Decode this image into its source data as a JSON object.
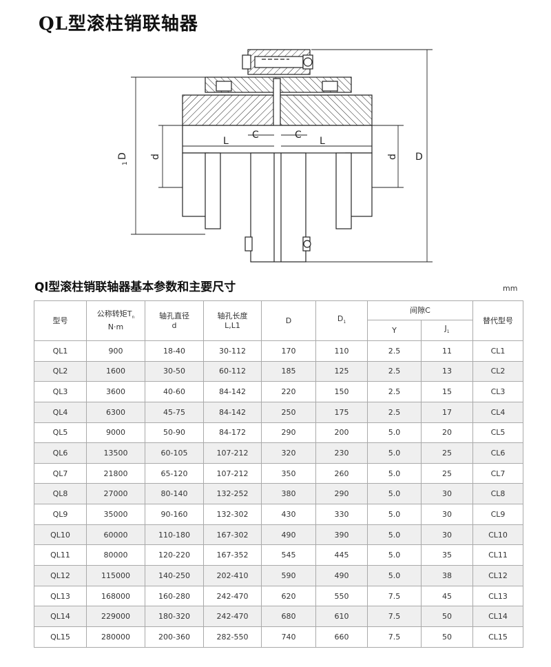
{
  "page": {
    "title": "QL型滚柱销联轴器",
    "subtitle": "Ql型滚柱销联轴器基本参数和主要尺寸",
    "unit": "mm"
  },
  "drawing": {
    "labels": {
      "D1_main": "D",
      "D1_sub": "1",
      "d_left": "d",
      "C_left": "C",
      "C_right": "C",
      "L_left": "L",
      "L_right": "L",
      "d_right": "d",
      "D": "D"
    }
  },
  "table": {
    "headers": {
      "model": "型号",
      "torque": "公称转矩T",
      "torque_sub": "n",
      "torque_unit": "N·m",
      "bore_dia_l1": "轴孔直径",
      "bore_dia_l2": "d",
      "bore_len_l1": "轴孔长度",
      "bore_len_l2": "L,L1",
      "D": "D",
      "D1": "D",
      "D1_sub": "1",
      "gap": "间隙C",
      "Y": "Y",
      "J1": "J",
      "J1_sub": "1",
      "replace": "替代型号"
    },
    "rows": [
      [
        "QL1",
        "900",
        "18-40",
        "30-112",
        "170",
        "110",
        "2.5",
        "11",
        "CL1"
      ],
      [
        "QL2",
        "1600",
        "30-50",
        "60-112",
        "185",
        "125",
        "2.5",
        "13",
        "CL2"
      ],
      [
        "QL3",
        "3600",
        "40-60",
        "84-142",
        "220",
        "150",
        "2.5",
        "15",
        "CL3"
      ],
      [
        "QL4",
        "6300",
        "45-75",
        "84-142",
        "250",
        "175",
        "2.5",
        "17",
        "CL4"
      ],
      [
        "QL5",
        "9000",
        "50-90",
        "84-172",
        "290",
        "200",
        "5.0",
        "20",
        "CL5"
      ],
      [
        "QL6",
        "13500",
        "60-105",
        "107-212",
        "320",
        "230",
        "5.0",
        "25",
        "CL6"
      ],
      [
        "QL7",
        "21800",
        "65-120",
        "107-212",
        "350",
        "260",
        "5.0",
        "25",
        "CL7"
      ],
      [
        "QL8",
        "27000",
        "80-140",
        "132-252",
        "380",
        "290",
        "5.0",
        "30",
        "CL8"
      ],
      [
        "QL9",
        "35000",
        "90-160",
        "132-302",
        "430",
        "330",
        "5.0",
        "30",
        "CL9"
      ],
      [
        "QL10",
        "60000",
        "110-180",
        "167-302",
        "490",
        "390",
        "5.0",
        "30",
        "CL10"
      ],
      [
        "QL11",
        "80000",
        "120-220",
        "167-352",
        "545",
        "445",
        "5.0",
        "35",
        "CL11"
      ],
      [
        "QL12",
        "115000",
        "140-250",
        "202-410",
        "590",
        "490",
        "5.0",
        "38",
        "CL12"
      ],
      [
        "QL13",
        "168000",
        "160-280",
        "242-470",
        "620",
        "550",
        "7.5",
        "45",
        "CL13"
      ],
      [
        "QL14",
        "229000",
        "180-320",
        "242-470",
        "680",
        "610",
        "7.5",
        "50",
        "CL14"
      ],
      [
        "QL15",
        "280000",
        "200-360",
        "282-550",
        "740",
        "660",
        "7.5",
        "50",
        "CL15"
      ]
    ]
  }
}
